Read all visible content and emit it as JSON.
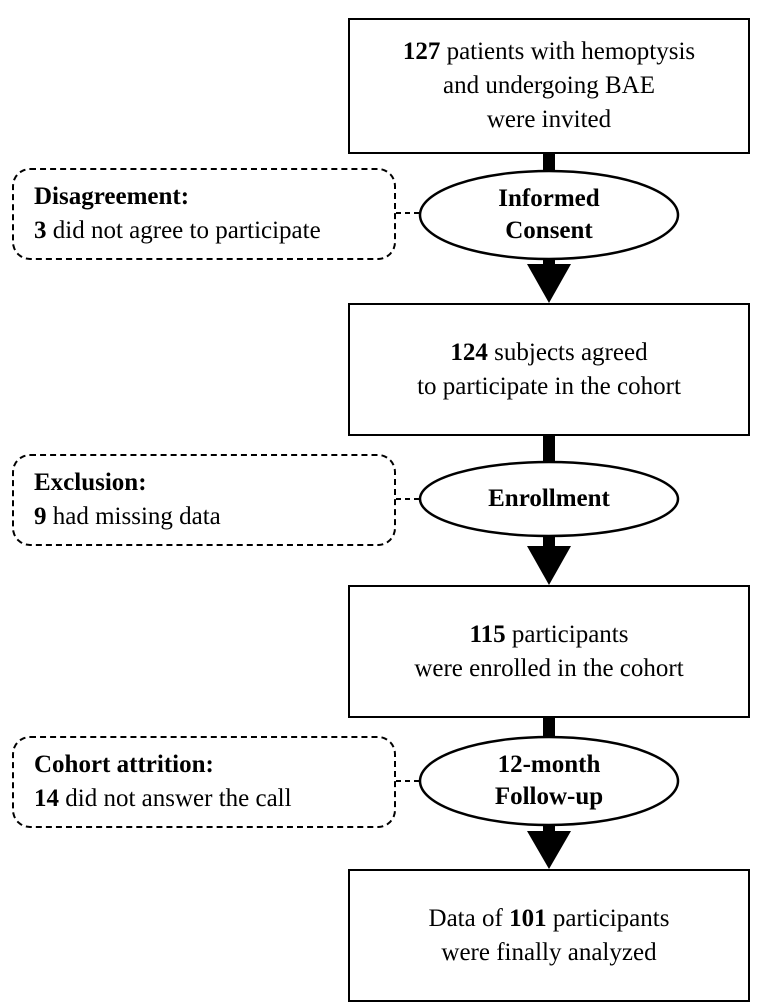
{
  "boxes": [
    {
      "lines": [
        {
          "bold": "127",
          "rest": " patients with hemoptysis"
        },
        {
          "bold": "",
          "rest": "and undergoing BAE"
        },
        {
          "bold": "",
          "rest": "were invited"
        }
      ]
    },
    {
      "lines": [
        {
          "bold": "124",
          "rest": " subjects agreed"
        },
        {
          "bold": "",
          "rest": "to participate in the cohort"
        }
      ]
    },
    {
      "lines": [
        {
          "bold": "115",
          "rest": " participants"
        },
        {
          "bold": "",
          "rest": "were enrolled in the cohort"
        }
      ]
    },
    {
      "lines": [
        {
          "pre": "Data of ",
          "bold": "101",
          "rest": " participants"
        },
        {
          "bold": "",
          "rest": "were finally analyzed"
        }
      ]
    }
  ],
  "stages": [
    {
      "lines": [
        "Informed",
        "Consent"
      ]
    },
    {
      "lines": [
        "Enrollment"
      ]
    },
    {
      "lines": [
        "12-month",
        "Follow-up"
      ]
    }
  ],
  "side_notes": [
    {
      "heading": "Disagreement:",
      "count": "3",
      "text": " did not agree to participate"
    },
    {
      "heading": "Exclusion:",
      "count": "9",
      "text": " had missing data"
    },
    {
      "heading": "Cohort attrition:",
      "count": "14",
      "text": " did not answer the call"
    }
  ],
  "colors": {
    "stroke": "#000000",
    "background": "#ffffff"
  }
}
